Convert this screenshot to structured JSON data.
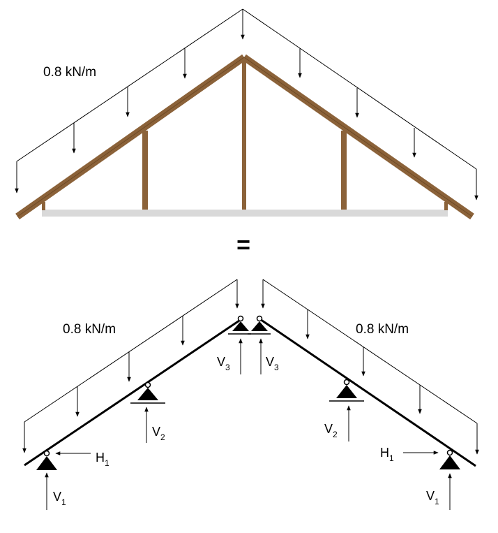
{
  "top": {
    "load_label": "0.8 kN/m"
  },
  "equals": "=",
  "bottom": {
    "left_load_label": "0.8 kN/m",
    "right_load_label": "0.8 kN/m",
    "reactions": {
      "v1_left": "V",
      "v1_left_sub": "1",
      "v2_left": "V",
      "v2_left_sub": "2",
      "v3_left": "V",
      "v3_left_sub": "3",
      "v3_right": "V",
      "v3_right_sub": "3",
      "v2_right": "V",
      "v2_right_sub": "2",
      "v1_right": "V",
      "v1_right_sub": "1",
      "h1_left": "H",
      "h1_left_sub": "1",
      "h1_right": "H",
      "h1_right_sub": "1"
    }
  },
  "colors": {
    "timber": "#8b6239",
    "ceiling": "#d9d9d9",
    "ink": "#000000"
  }
}
